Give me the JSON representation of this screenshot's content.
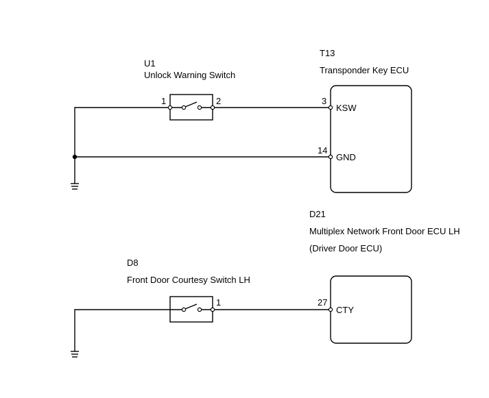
{
  "components": {
    "u1": {
      "id": "U1",
      "name": "Unlock Warning Switch",
      "pin_a": "1",
      "pin_b": "2"
    },
    "t13": {
      "id": "T13",
      "name": "Transponder Key ECU",
      "pin_ksw_num": "3",
      "pin_ksw_label": "KSW",
      "pin_gnd_num": "14",
      "pin_gnd_label": "GND"
    },
    "d21": {
      "id": "D21",
      "name": "Multiplex Network Front Door ECU LH",
      "subtitle": "(Driver Door ECU)",
      "pin_cty_num": "27",
      "pin_cty_label": "CTY"
    },
    "d8": {
      "id": "D8",
      "name": "Front Door Courtesy Switch LH",
      "pin_a": "1"
    }
  }
}
